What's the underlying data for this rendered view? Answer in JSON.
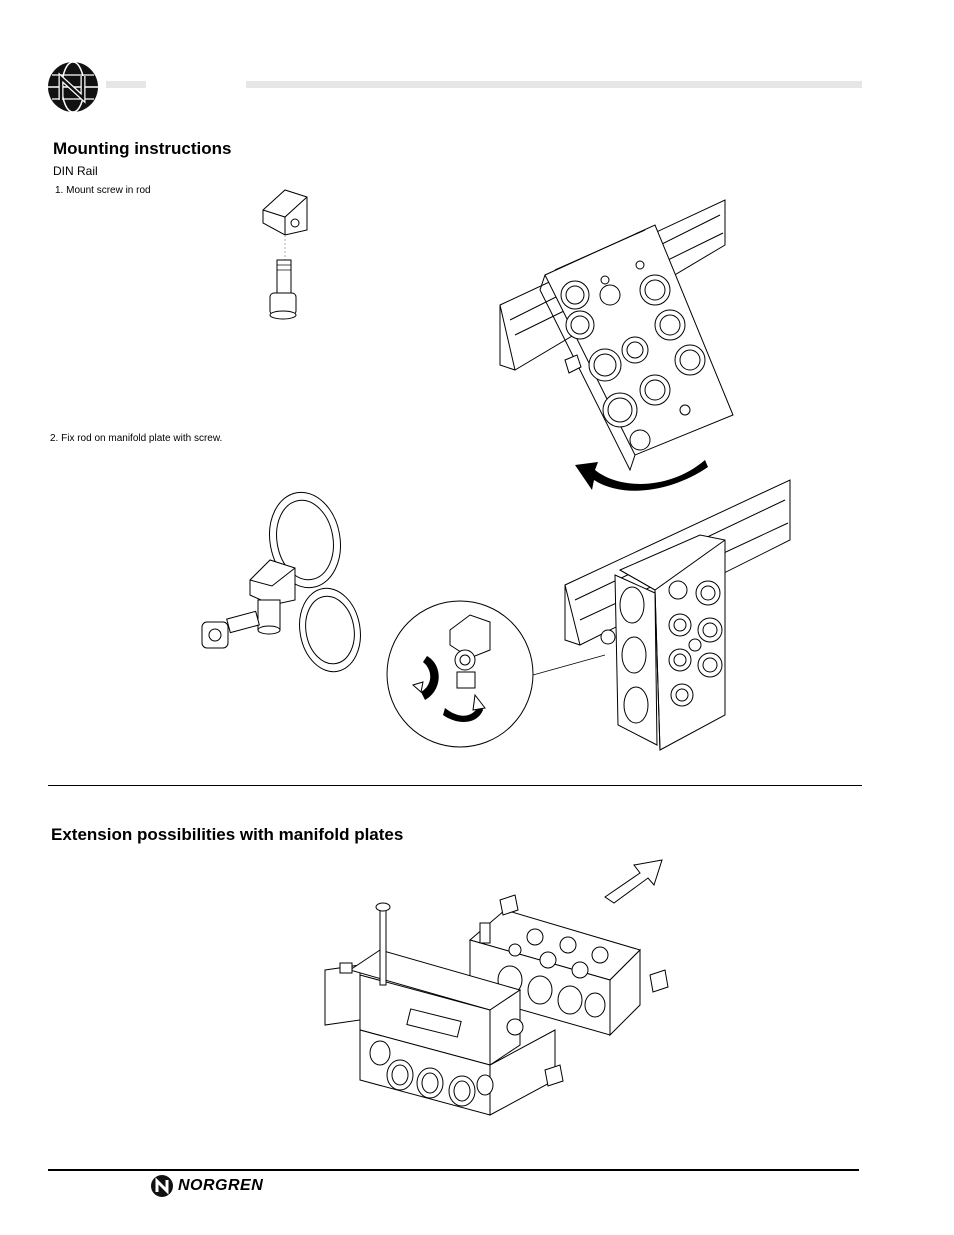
{
  "header": {
    "logo_icon": "norgren-globe-logo-icon"
  },
  "section1": {
    "title": "Mounting instructions",
    "subtitle": "DIN Rail",
    "steps": [
      "1. Mount screw in rod",
      "2. Fix rod on manifold plate with screw."
    ]
  },
  "section2": {
    "title": "Extension possibilities with manifold plates"
  },
  "footer": {
    "brand": "NORGREN",
    "brand_icon": "norgren-n-logo-icon"
  },
  "colors": {
    "header_bar": "#e6e6e6",
    "rule": "#000000"
  }
}
